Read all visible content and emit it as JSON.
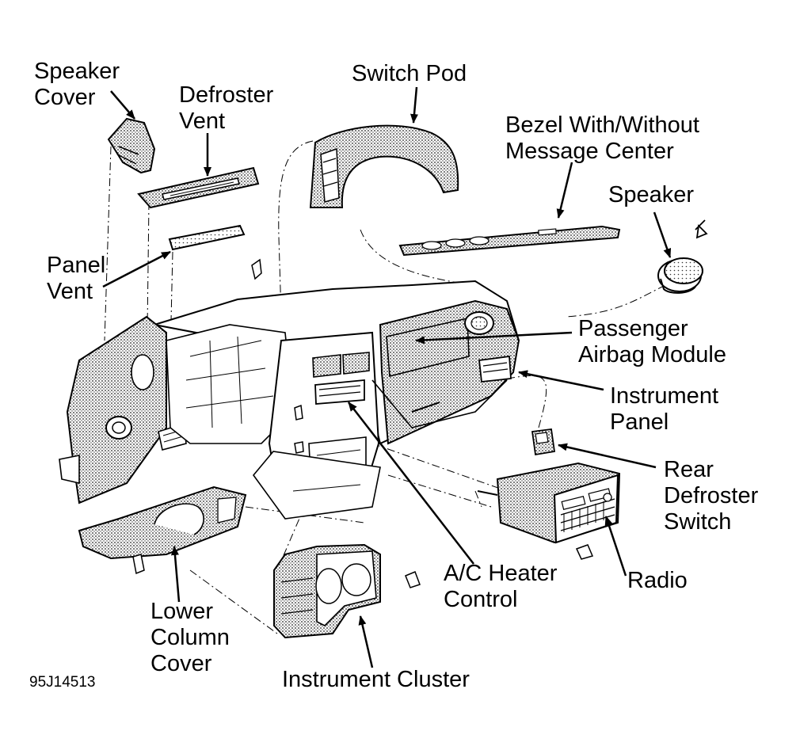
{
  "labels": {
    "speaker_cover": "Speaker\nCover",
    "defroster_vent": "Defroster\nVent",
    "switch_pod": "Switch Pod",
    "bezel": "Bezel With/Without\nMessage Center",
    "speaker": "Speaker",
    "panel_vent": "Panel\nVent",
    "passenger_airbag": "Passenger\nAirbag Module",
    "instrument_panel": "Instrument\nPanel",
    "rear_defroster_switch": "Rear\nDefroster\nSwitch",
    "radio": "Radio",
    "ac_heater_control": "A/C Heater\nControl",
    "lower_column_cover": "Lower\nColumn\nCover",
    "instrument_cluster": "Instrument Cluster"
  },
  "figure_code": "95J14513",
  "colors": {
    "ink": "#000000",
    "stipple": "#8a8a8a",
    "background": "#ffffff"
  }
}
